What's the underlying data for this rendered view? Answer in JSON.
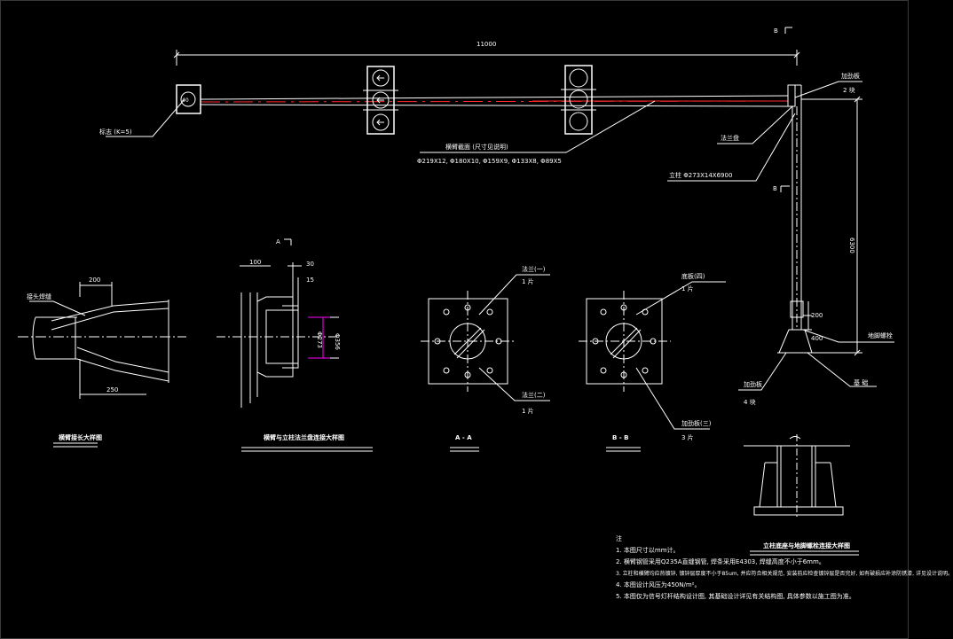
{
  "colors": {
    "background": "#000000",
    "line": "#ffffff",
    "accent_red": "#ff2a2a",
    "accent_magenta": "#ff00ff"
  },
  "main_elevation": {
    "span_dim": "11000",
    "height_dim": "6300",
    "section_mark_top": "B",
    "section_mark_mid": "B",
    "sign_label": "标志 (K=5)",
    "arm_note_line1": "横臂截面 (尺寸见说明)",
    "arm_note_line2": "Φ219X12, Φ180X10, Φ159X9, Φ133X8, Φ89X5",
    "flange_label": "法兰盘",
    "pole_spec_label": "立柱 Φ273X14X6900",
    "plate_label": "加劲板",
    "plate_count": "2 块",
    "base_label": "加劲板",
    "base_count": "4 块",
    "dim_200": "200",
    "dim_400": "400",
    "anchor_label": "地脚螺栓",
    "foundation_label": "基 础",
    "arrow_lights_count": 3,
    "round_lights_count": 3
  },
  "details": {
    "taper_title": "横臂接长大样图",
    "taper_dim_top": "200",
    "taper_dim_bottom": "250",
    "taper_note": "接头焊缝",
    "flange_title": "横臂与立柱法兰盘连接大样图",
    "flange_section": "A",
    "flange_dim_a": "100",
    "flange_dim_b": "30",
    "flange_dim_c": "15",
    "flange_dim_d": "Φ273",
    "flange_dim_e": "Φ356",
    "aa_title": "A - A",
    "aa_plate_top": "法兰(一)",
    "aa_plate_top_count": "1 片",
    "aa_plate_bottom": "法兰(二)",
    "aa_plate_bottom_count": "1 片",
    "bb_title": "B - B",
    "bb_plate_top": "底板(四)",
    "bb_plate_top_count": "1 片",
    "bb_plate_bottom": "加劲板(三)",
    "bb_plate_bottom_count": "3 片",
    "base_detail_title": "立柱底座与地脚螺栓连接大样图"
  },
  "notes": {
    "heading": "注",
    "lines": [
      "1. 本图尺寸以mm计。",
      "2. 横臂钢管采用Q235A直缝钢管, 焊条采用E4303, 焊缝高度不小于6mm。",
      "3. 立柱和横臂均应热镀锌, 镀锌层厚度不小于85um, 并应符合相关规范, 安装前应检查镀锌层是否完好, 如有破损应补涂防锈漆, 详见设计说明。",
      "4. 本图设计风压为450N/m²。",
      "5. 本图仅为信号灯杆结构设计图, 其基础设计详见有关结构图, 具体参数以施工图为准。"
    ]
  }
}
